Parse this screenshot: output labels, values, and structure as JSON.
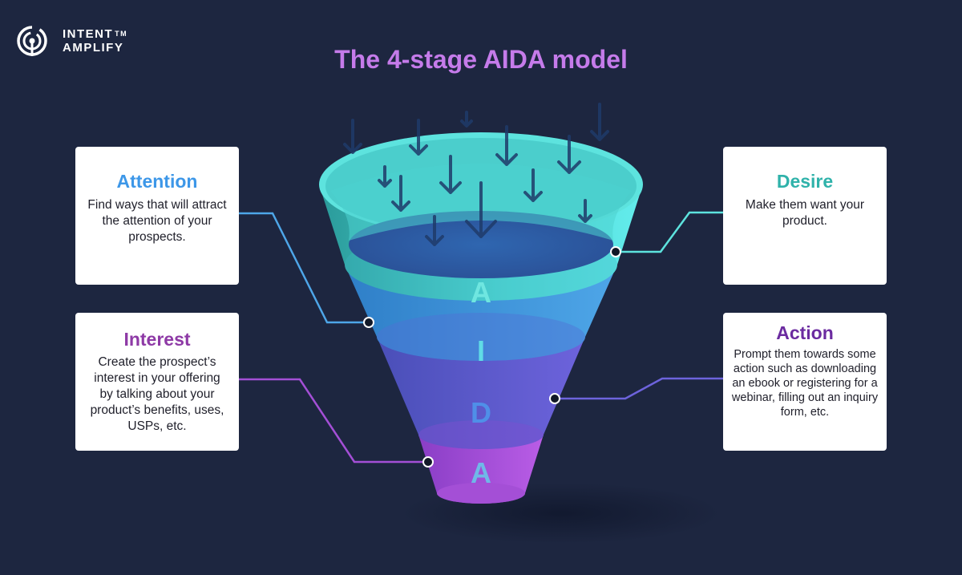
{
  "brand": {
    "line1": "Intent",
    "line2": "Amplify",
    "tm": "TM"
  },
  "title": "The 4-stage AIDA model",
  "colors": {
    "background": "#1d2640",
    "title": "#c57bea",
    "attention": "#3d97e8",
    "interest": "#8e3aa6",
    "desire": "#2fb2aa",
    "action": "#6b2ba0"
  },
  "stages": {
    "attention": {
      "heading": "Attention",
      "text": "Find ways that will attract the attention of your prospects."
    },
    "interest": {
      "heading": "Interest",
      "text": "Create the prospect’s interest in your offering by talking about your product’s benefits, uses, USPs, etc."
    },
    "desire": {
      "heading": "Desire",
      "text": "Make them want your product."
    },
    "action": {
      "heading": "Action",
      "text": "Prompt them towards some action such as downloading an ebook or registering for a webinar, filling out an inquiry form, etc."
    }
  },
  "funnel": {
    "letters": [
      "A",
      "I",
      "D",
      "A"
    ]
  }
}
